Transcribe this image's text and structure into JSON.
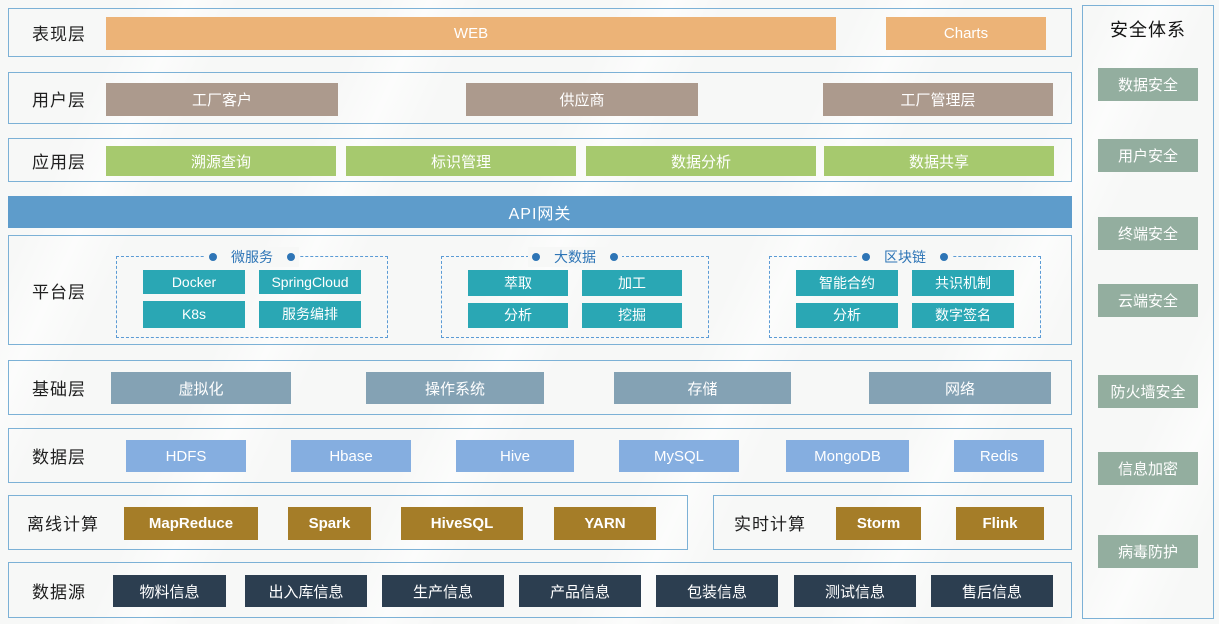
{
  "colors": {
    "presentation": "#ecb377",
    "users": "#ac9a8d",
    "application": "#a6c96e",
    "gateway": "#5e9ccb",
    "platform": "#2aa7b4",
    "infrastructure": "#84a2b4",
    "data_layer": "#85aee0",
    "compute": "#a57d28",
    "datasource": "#2c3e50",
    "security": "#93ae9f",
    "box_border": "#7cb1d6",
    "dashed_border": "#5b9bd5",
    "group_title": "#2e75b6"
  },
  "presentation": {
    "label": "表现层",
    "items": [
      "WEB",
      "Charts"
    ]
  },
  "users": {
    "label": "用户层",
    "items": [
      "工厂客户",
      "供应商",
      "工厂管理层"
    ]
  },
  "application": {
    "label": "应用层",
    "items": [
      "溯源查询",
      "标识管理",
      "数据分析",
      "数据共享"
    ]
  },
  "gateway": {
    "label": "API网关"
  },
  "platform": {
    "label": "平台层",
    "groups": [
      {
        "title": "微服务",
        "items": [
          "Docker",
          "SpringCloud",
          "K8s",
          "服务编排"
        ]
      },
      {
        "title": "大数据",
        "items": [
          "萃取",
          "加工",
          "分析",
          "挖掘"
        ]
      },
      {
        "title": "区块链",
        "items": [
          "智能合约",
          "共识机制",
          "分析",
          "数字签名"
        ]
      }
    ]
  },
  "infrastructure": {
    "label": "基础层",
    "items": [
      "虚拟化",
      "操作系统",
      "存储",
      "网络"
    ]
  },
  "data_layer": {
    "label": "数据层",
    "items": [
      "HDFS",
      "Hbase",
      "Hive",
      "MySQL",
      "MongoDB",
      "Redis"
    ]
  },
  "offline": {
    "label": "离线计算",
    "items": [
      "MapReduce",
      "Spark",
      "HiveSQL",
      "YARN"
    ]
  },
  "realtime": {
    "label": "实时计算",
    "items": [
      "Storm",
      "Flink"
    ]
  },
  "datasource": {
    "label": "数据源",
    "items": [
      "物料信息",
      "出入库信息",
      "生产信息",
      "产品信息",
      "包装信息",
      "测试信息",
      "售后信息"
    ]
  },
  "security": {
    "title": "安全体系",
    "items": [
      "数据安全",
      "用户安全",
      "终端安全",
      "云端安全",
      "防火墙安全",
      "信息加密",
      "病毒防护"
    ]
  }
}
